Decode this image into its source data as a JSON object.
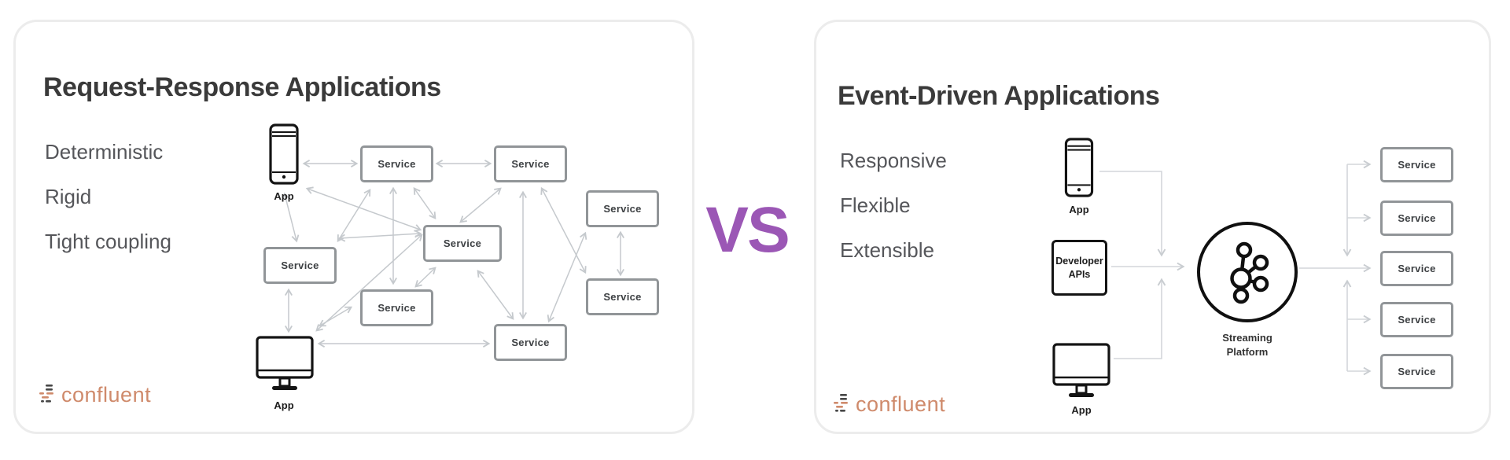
{
  "vs_label": "VS",
  "left_panel": {
    "title": "Request-Response Applications",
    "traits": [
      "Deterministic",
      "Rigid",
      "Tight coupling"
    ],
    "app_top_label": "App",
    "app_bottom_label": "App",
    "services": [
      "Service",
      "Service",
      "Service",
      "Service",
      "Service",
      "Service",
      "Service",
      "Service"
    ],
    "logo_text": "confluent"
  },
  "right_panel": {
    "title": "Event-Driven Applications",
    "traits": [
      "Responsive",
      "Flexible",
      "Extensible"
    ],
    "app_top_label": "App",
    "developer_apis_label": "Developer APIs",
    "app_bottom_label": "App",
    "streaming_platform_label": "Streaming Platform",
    "services": [
      "Service",
      "Service",
      "Service",
      "Service",
      "Service"
    ],
    "logo_text": "confluent"
  },
  "icons": {
    "phone": "smartphone-icon",
    "monitor": "desktop-monitor-icon",
    "kafka": "kafka-streaming-icon",
    "logo_mark": "confluent-dashes-mark"
  },
  "colors": {
    "vs": "#9b57b5",
    "logo": "#cf8a6b",
    "title": "#3a3a3a",
    "trait": "#55565a",
    "service_border": "#919598",
    "arrow": "#c5c9cd",
    "connector": "#d3d6da"
  }
}
